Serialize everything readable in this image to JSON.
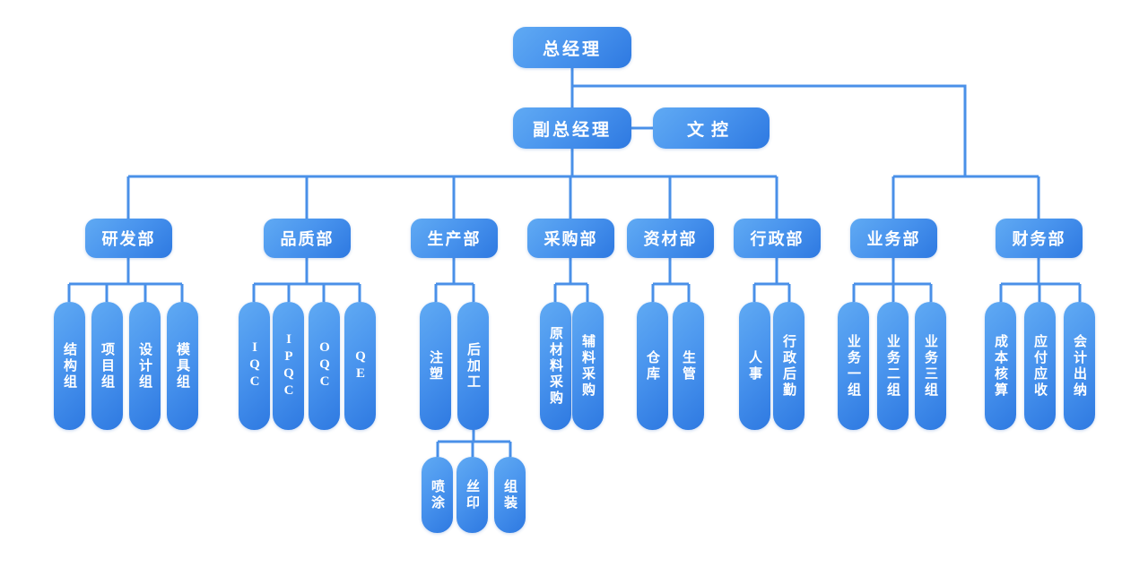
{
  "org_chart": {
    "general_manager": "总经理",
    "deputy_general_manager": "副总经理",
    "document_control": "文控",
    "departments": [
      {
        "name": "研发部",
        "teams": [
          {
            "name": "结构组"
          },
          {
            "name": "项目组"
          },
          {
            "name": "设计组"
          },
          {
            "name": "模具组"
          }
        ]
      },
      {
        "name": "品质部",
        "teams": [
          {
            "name": "IQC"
          },
          {
            "name": "IPQC"
          },
          {
            "name": "OQC"
          },
          {
            "name": "QE"
          }
        ]
      },
      {
        "name": "生产部",
        "teams": [
          {
            "name": "注塑"
          },
          {
            "name": "后加工",
            "subteams": [
              {
                "name": "喷涂"
              },
              {
                "name": "丝印"
              },
              {
                "name": "组装"
              }
            ]
          }
        ]
      },
      {
        "name": "采购部",
        "teams": [
          {
            "name": "原材料采购"
          },
          {
            "name": "辅料采购"
          }
        ]
      },
      {
        "name": "资材部",
        "teams": [
          {
            "name": "仓库"
          },
          {
            "name": "生管"
          }
        ]
      },
      {
        "name": "行政部",
        "teams": [
          {
            "name": "人事"
          },
          {
            "name": "行政后勤"
          }
        ]
      },
      {
        "name": "业务部",
        "teams": [
          {
            "name": "业务一组"
          },
          {
            "name": "业务二组"
          },
          {
            "name": "业务三组"
          }
        ]
      },
      {
        "name": "财务部",
        "teams": [
          {
            "name": "成本核算"
          },
          {
            "name": "应付应收"
          },
          {
            "name": "会计出纳"
          }
        ]
      }
    ],
    "colors": {
      "node_gradient_start": "#60aaf3",
      "node_gradient_end": "#2e79e1",
      "connector": "#4a90e8",
      "text": "#ffffff",
      "background": "#ffffff"
    }
  }
}
